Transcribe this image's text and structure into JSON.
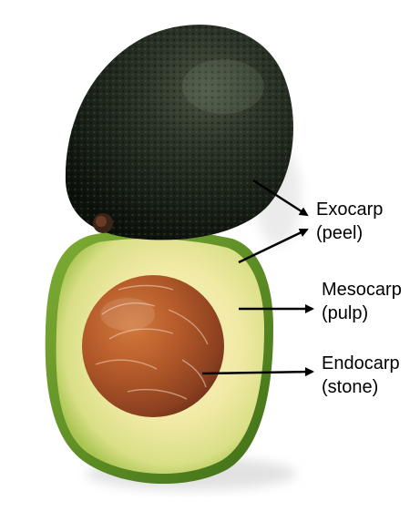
{
  "labels": {
    "exocarp": {
      "name": "Exocarp",
      "common": "(peel)"
    },
    "mesocarp": {
      "name": "Mesocarp",
      "common": "(pulp)"
    },
    "endocarp": {
      "name": "Endocarp",
      "common": "(stone)"
    }
  },
  "colors": {
    "peel": "#1f2a1c",
    "rind": "#5e8f24",
    "flesh": "#f2ecae",
    "stone": "#a9542a",
    "arrow": "#000000"
  }
}
